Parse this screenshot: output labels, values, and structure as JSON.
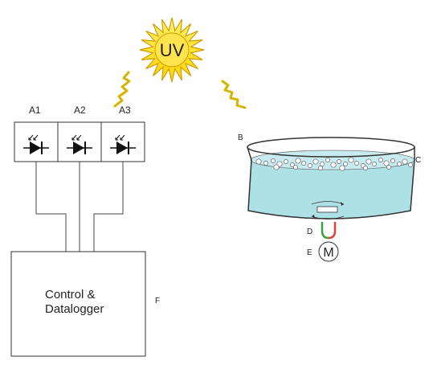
{
  "sun": {
    "label": "UV",
    "fill": "#ffe000",
    "stroke": "#e0a000"
  },
  "sensors": [
    {
      "label": "A1"
    },
    {
      "label": "A2"
    },
    {
      "label": "A3"
    }
  ],
  "controller": {
    "line1": "Control &",
    "line2": "Datalogger",
    "tag": "F"
  },
  "vessel": {
    "label_top": "B",
    "label_side": "C",
    "water_color": "#aee1e6"
  },
  "stirrer": {
    "label_coupling": "D",
    "label_motor": "E",
    "motor_symbol": "M"
  },
  "colors": {
    "ray": "#d7b300",
    "line": "#333333",
    "coupling_green": "#3aa040",
    "coupling_red": "#e04040"
  }
}
